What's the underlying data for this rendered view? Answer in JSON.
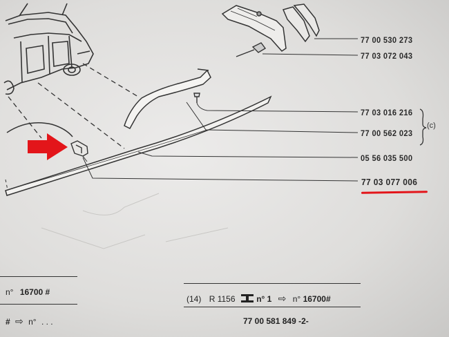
{
  "part_numbers": [
    {
      "text": "77 00 530 273",
      "highlighted": false
    },
    {
      "text": "77 03 072 043",
      "highlighted": false
    },
    {
      "text": "77 03 016 216",
      "highlighted": false
    },
    {
      "text": "77 00 562 023",
      "highlighted": false
    },
    {
      "text": "05 56 035 500",
      "highlighted": false
    },
    {
      "text": "77 03 077 006",
      "highlighted": true
    }
  ],
  "bracket_label": "(c)",
  "highlight_color": "#e3151a",
  "arrow_color": "#e3151a",
  "footer": {
    "left_row1_prefix": "n°",
    "left_row1_number": "16700",
    "left_row1_hash": "#",
    "left_row2_hash": "#",
    "left_row2_arrow": "⇨",
    "left_row2_n": "n°",
    "left_row2_dots": ". . .",
    "ref": "(14)",
    "model": "R 1156",
    "n_from": "n° 1",
    "arrow": "⇨",
    "n_to_prefix": "n°",
    "n_to_number": "16700",
    "n_to_hash": "#",
    "part_number": "77 00 581 849 -2-"
  }
}
